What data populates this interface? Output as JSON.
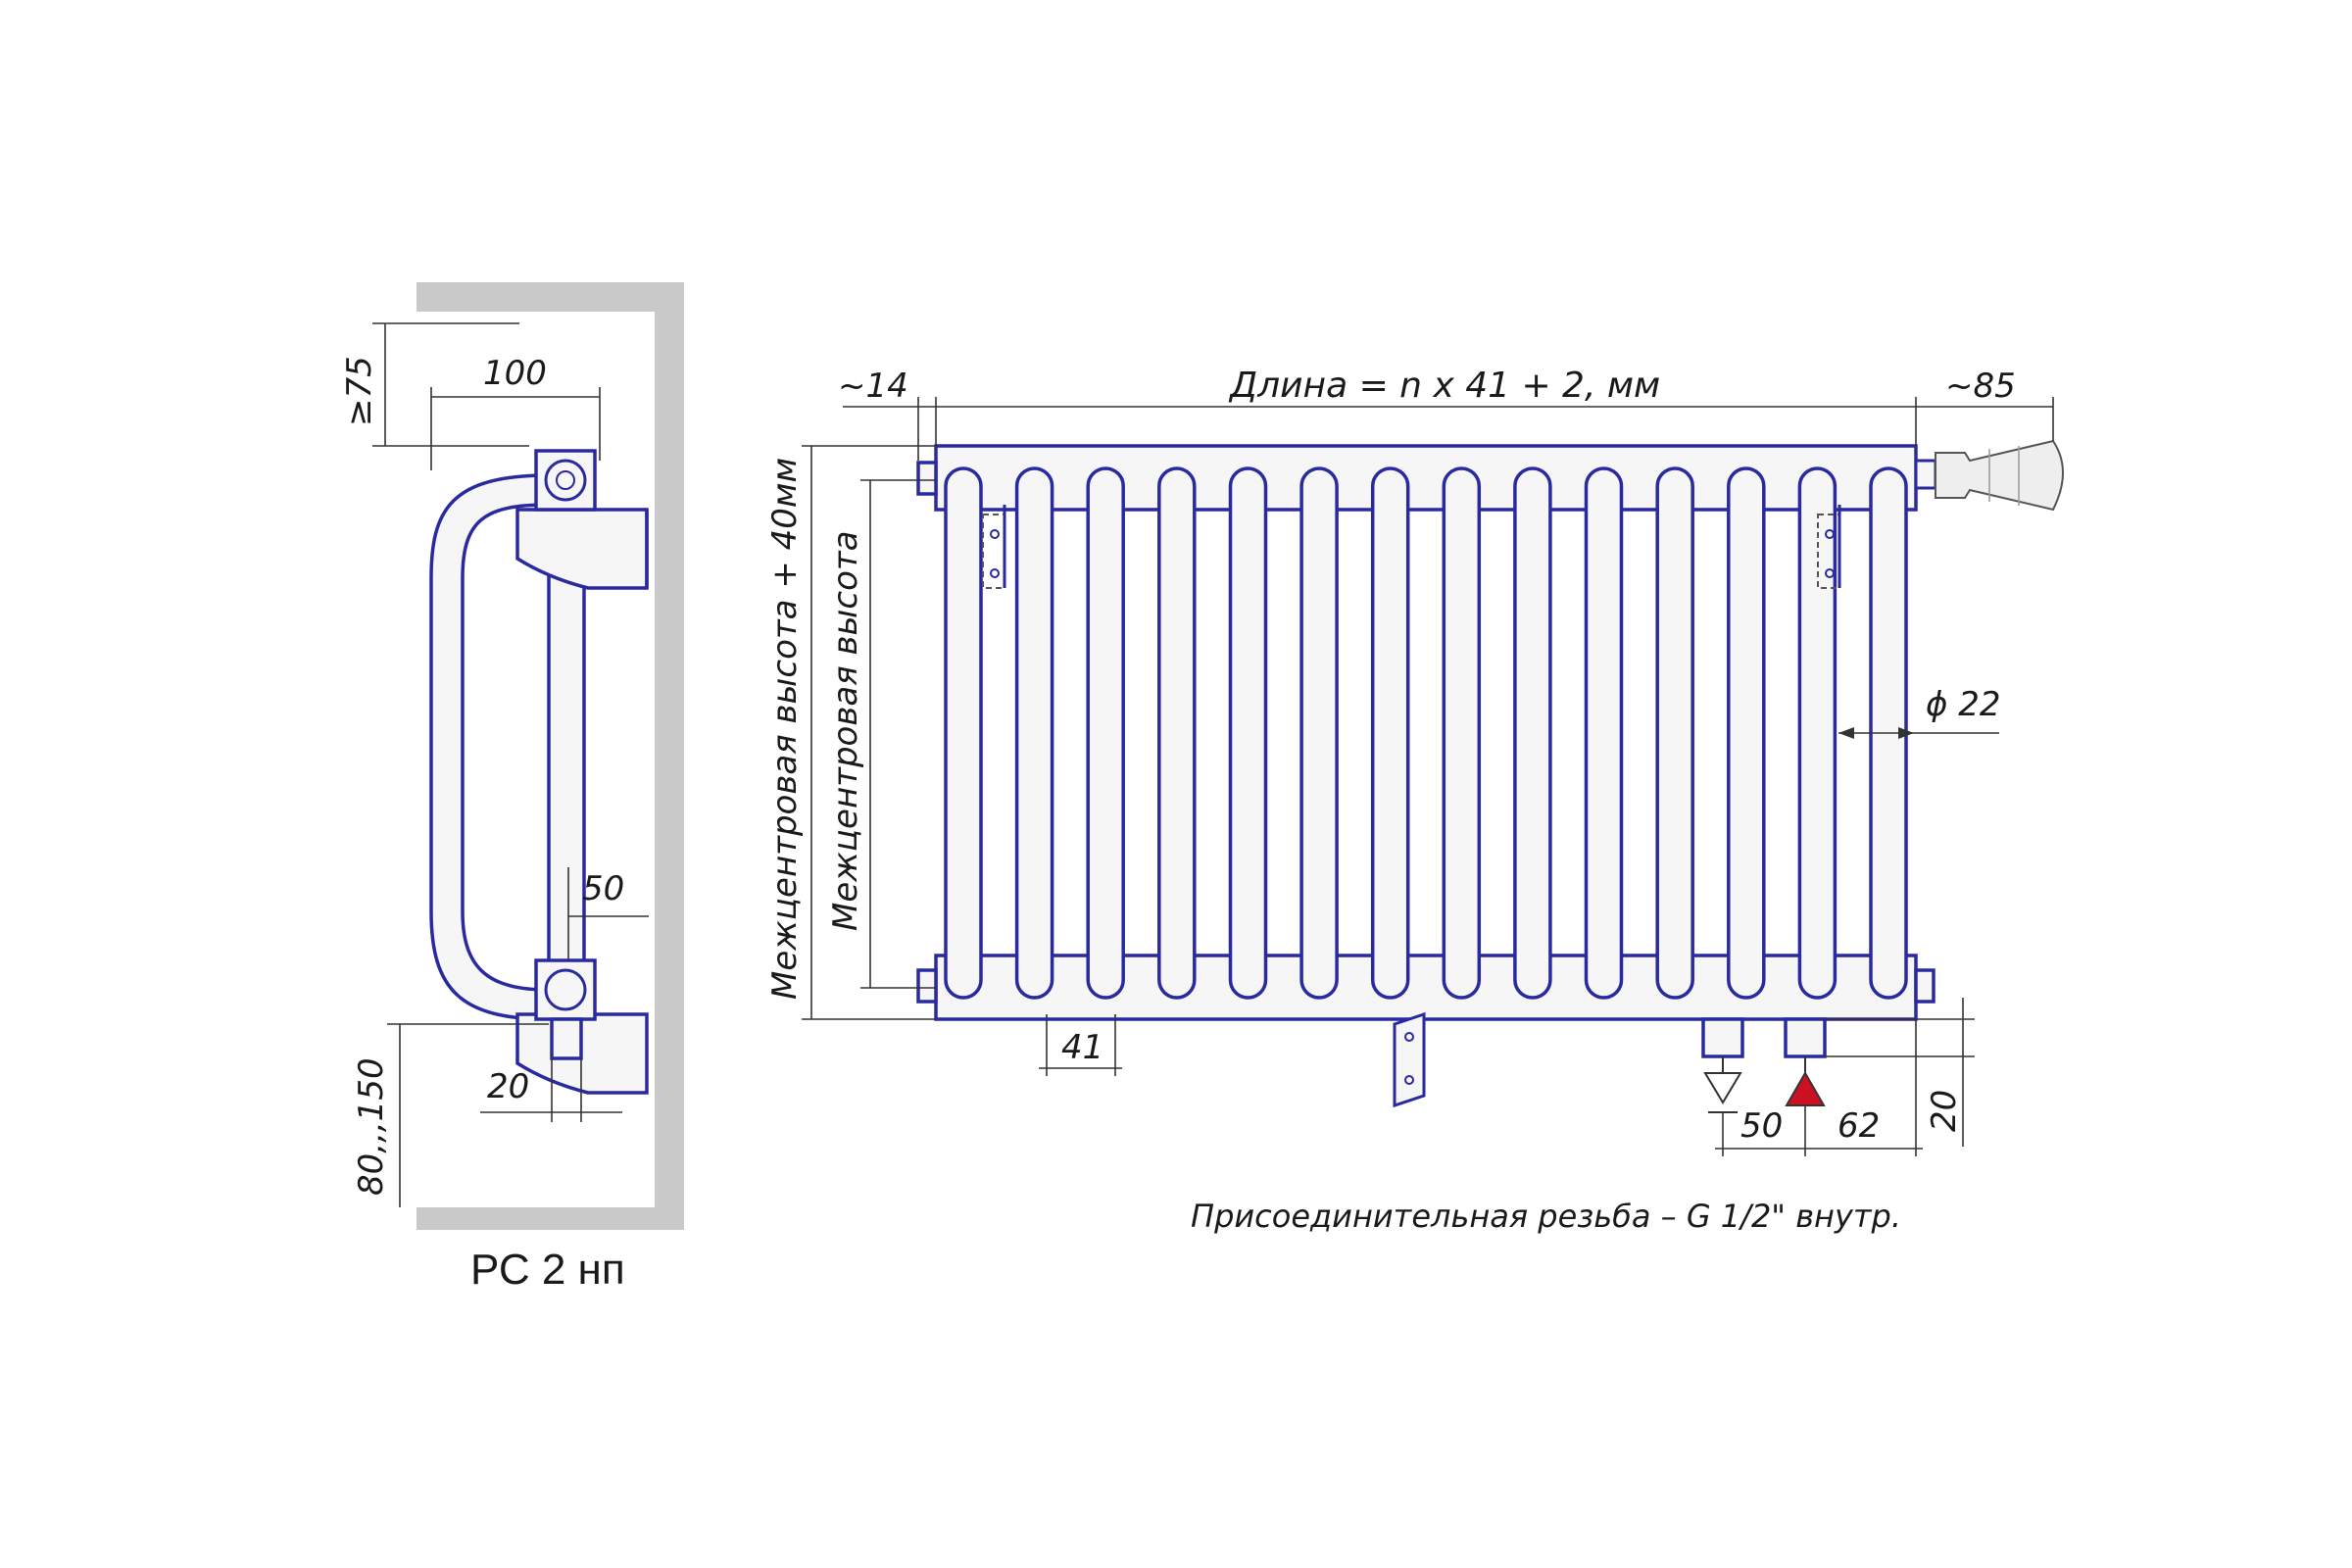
{
  "side_view": {
    "title": "РС 2 нп",
    "dim_clearance_top": "≥75",
    "dim_depth": "100",
    "dim_offset": "50",
    "dim_pipe": "20",
    "dim_floor": "80,,,150"
  },
  "front_view": {
    "dim_length": "Длина = n x 41 + 2, мм",
    "dim_left_cap": "~14",
    "dim_right_valve": "~85",
    "dim_height_full": "Межцентровая высота + 40мм",
    "dim_height_center": "Межцентровая высота",
    "dim_diameter": "ϕ 22",
    "dim_pitch": "41",
    "dim_conn_left": "50",
    "dim_conn_right": "62",
    "dim_conn_height": "20",
    "section_count": 14
  },
  "note": "Присоединительная резьба – G 1/2\" внутр.",
  "colors": {
    "outline": "#2a2aa0",
    "wall": "#c9c9c9",
    "inlet_marker": "#cc1122"
  }
}
